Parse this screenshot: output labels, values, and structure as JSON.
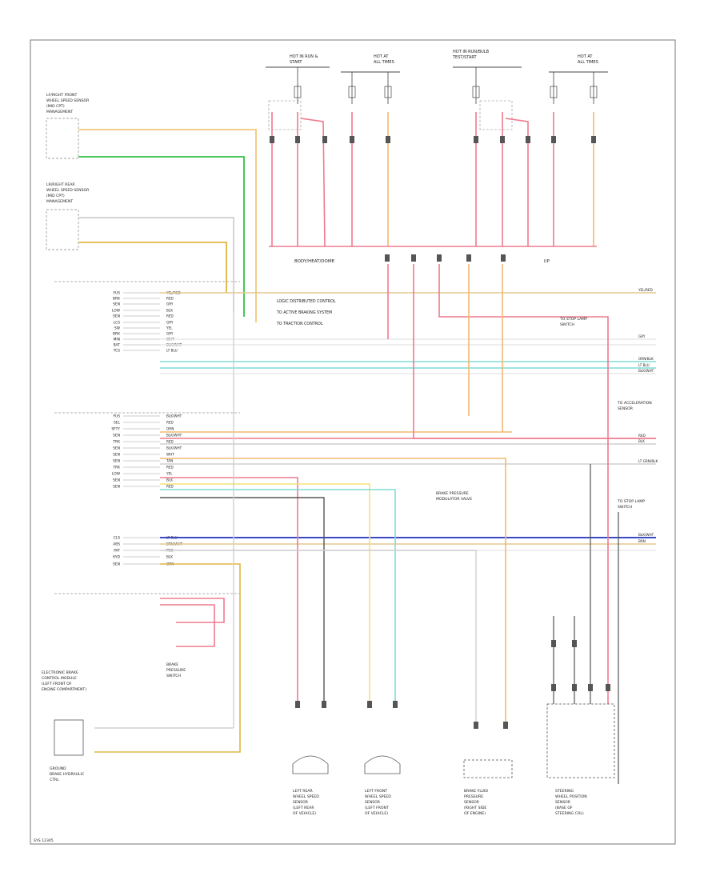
{
  "diagram": {
    "top_labels": {
      "hot_run_1": [
        "HOT IN RUN &",
        "START"
      ],
      "hot_all_1": [
        "HOT AT",
        "ALL TIMES"
      ],
      "hot_run_2": [
        "HOT IN RUN/BULB",
        "TEST/START"
      ],
      "hot_all_2": [
        "HOT AT",
        "ALL TIMES"
      ]
    },
    "connector_labels": {
      "left": "BODY/HEAT/DOME",
      "right": "I/P"
    },
    "front_sensors": {
      "lf": [
        "LF/RIGHT FRONT",
        "WHEEL SPEED SENSOR",
        "(MID CPT)",
        "MANAGEMENT"
      ],
      "lr": [
        "LR/RIGHT REAR",
        "WHEEL SPEED SENSOR",
        "(MID CPT)",
        "MANAGEMENT"
      ]
    },
    "left_pins": [
      "FUS",
      "BRK",
      "SEN",
      "LOW",
      "SEN",
      "LCS",
      "SW",
      "BRK",
      "MIN",
      "BAT",
      "TCS",
      "FUS",
      "SEL",
      "SFTY",
      "SEN",
      "TRK",
      "SEN",
      "SEN",
      "SEN",
      "TRK",
      "LOW",
      "SEN",
      "SEN",
      "CLS",
      "ABS",
      "PAT",
      "HYD",
      "SEN"
    ],
    "wire_colors": [
      "YEL/RED",
      "RED",
      "GRY",
      "BLK",
      "RED",
      "GRY",
      "YEL",
      "GRY",
      "WHT",
      "BLK/WHT",
      "LT BLU",
      "BLK/WHT",
      "RED",
      "ORN",
      "BLK/WHT",
      "RED",
      "BLK/WHT",
      "WHT",
      "TAN",
      "RED",
      "YEL",
      "BLK",
      "RED",
      "LT BLU",
      "BRN/WHT",
      "PNK",
      "BLK",
      "ORN"
    ],
    "notes": [
      "LOGIC DISTRIBUTED CONTROL",
      "TO ACTIVE BRAKING SYSTEM",
      "TO TRACTION CONTROL"
    ],
    "center_notes": [
      [
        "TO STOP LAMP",
        "SWITCH"
      ],
      [
        "TO ACCELERATION",
        "SENSOR"
      ],
      [
        "BRAKE PRESSURE",
        "MODULATOR VALVE"
      ],
      [
        "TO STOP LAMP",
        "SWITCH"
      ]
    ],
    "right_wire_labels": [
      "YEL/RED",
      "GRY",
      "ORN/BLK",
      "LT BLU",
      "BLK/WHT",
      "RED",
      "BLK",
      "LT GRN/BLK",
      "BLK/WHT",
      "BRN"
    ],
    "bottom_left": {
      "module": [
        "ELECTRONIC BRAKE",
        "CONTROL MODULE",
        "(LEFT FRONT OF",
        "ENGINE COMPARTMENT)"
      ],
      "sw": [
        "BRAKE",
        "PRESSURE",
        "SWITCH"
      ],
      "ground": [
        "GROUND",
        "BRAKE HYDRAULIC",
        "CTRL"
      ]
    },
    "bottom_sensors": {
      "lr": [
        "LEFT REAR",
        "WHEEL SPEED",
        "SENSOR",
        "(LEFT REAR",
        "OF VEHICLE)"
      ],
      "lf": [
        "LEFT FRONT",
        "WHEEL SPEED",
        "SENSOR",
        "(LEFT FRONT",
        "OF VEHICLE)"
      ],
      "brake_pressure": [
        "BRAKE FLUID",
        "PRESSURE",
        "SENSOR",
        "(RIGHT SIDE",
        "OF ENGINE)"
      ],
      "yaw": [
        "STEERING",
        "WHEEL POSITION",
        "SENSOR",
        "(BASE OF",
        "STEERING COL)"
      ]
    },
    "page_id": "SYS 12345"
  }
}
